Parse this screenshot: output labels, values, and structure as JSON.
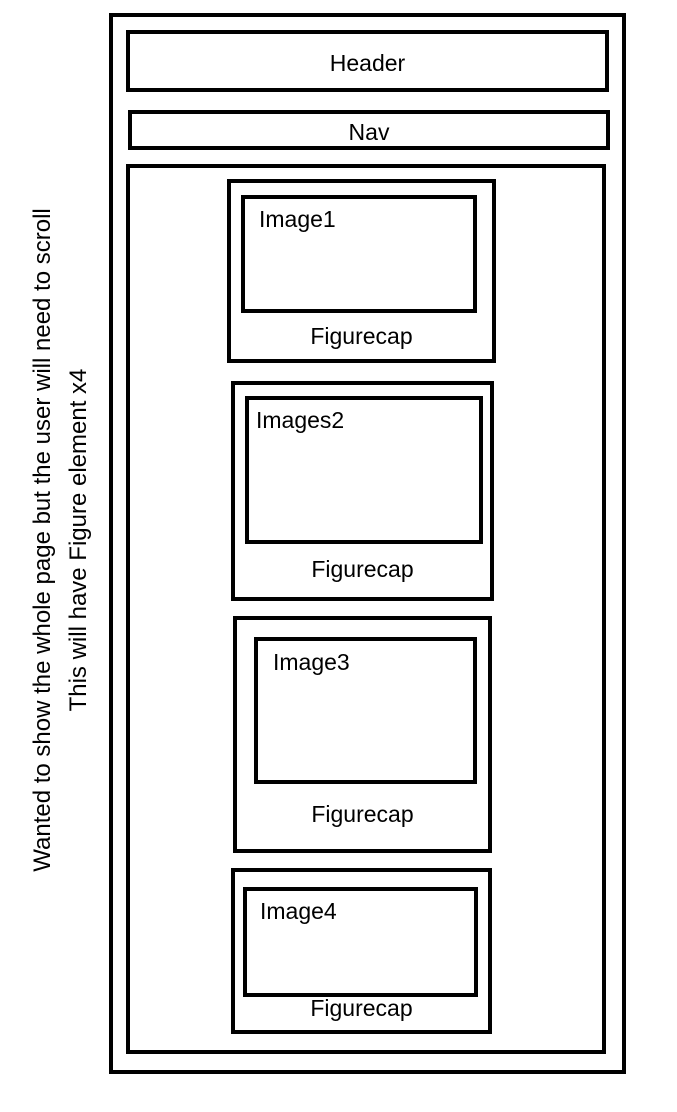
{
  "annotation": {
    "line1": "Wanted to show the whole page but the user will need to scroll",
    "line2": "This will have Figure element x4"
  },
  "header": {
    "label": "Header"
  },
  "nav": {
    "label": "Nav"
  },
  "figures": [
    {
      "image_label": "Image1",
      "caption": "Figurecap"
    },
    {
      "image_label": "Images2",
      "caption": "Figurecap"
    },
    {
      "image_label": "Image3",
      "caption": "Figurecap"
    },
    {
      "image_label": "Image4",
      "caption": "Figurecap"
    }
  ]
}
